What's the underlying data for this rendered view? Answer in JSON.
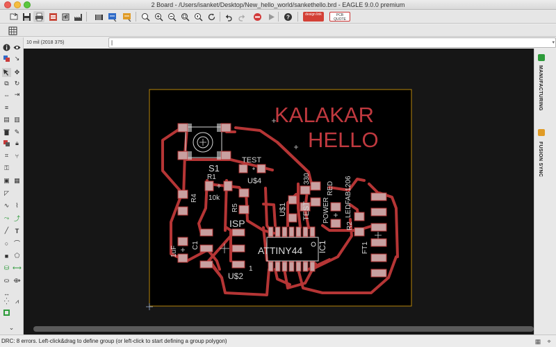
{
  "window": {
    "title": "2 Board - /Users/isanket/Desktop/New_hello_world/sankethello.brd - EAGLE 9.0.0 premium"
  },
  "toolbar": {
    "design_link_label": "design link",
    "pcb_quote_label": "PCB QUOTE"
  },
  "command": {
    "grid_coord": "10 mil (2018 375)",
    "input_value": "|"
  },
  "right_panel": {
    "manufacturing_label": "MANUFACTURING",
    "fusion_sync_label": "FUSION SYNC"
  },
  "board": {
    "text_line1": "KALAKAR",
    "text_line2": "HELLO",
    "labels": {
      "s1": "S1",
      "test_top": "TEST",
      "u4": "U$4",
      "r1": "R1",
      "r1_value": "10k",
      "r4": "R4",
      "r5": "R5",
      "isp": "ISP",
      "u1": "U$1",
      "test_mid": "TEST",
      "r330": "330",
      "red": "RED",
      "power": "POWER",
      "ic1": "IC1",
      "r2": "R2",
      "ledfab": "LEDFAB1206",
      "ft1": "FT1",
      "c1": "C1",
      "c1_value": "1uF",
      "attiny": "ATTINY44",
      "u2": "U$2",
      "pin1": "1"
    },
    "colors": {
      "background": "#000000",
      "trace": "#b53535",
      "text": "#c0393f",
      "outline": "#b8860b",
      "silkscreen": "#d8d8d8"
    }
  },
  "status": {
    "message": "DRC: 8 errors. Left-click&drag to define group (or left-click to start defining a group polygon)"
  }
}
